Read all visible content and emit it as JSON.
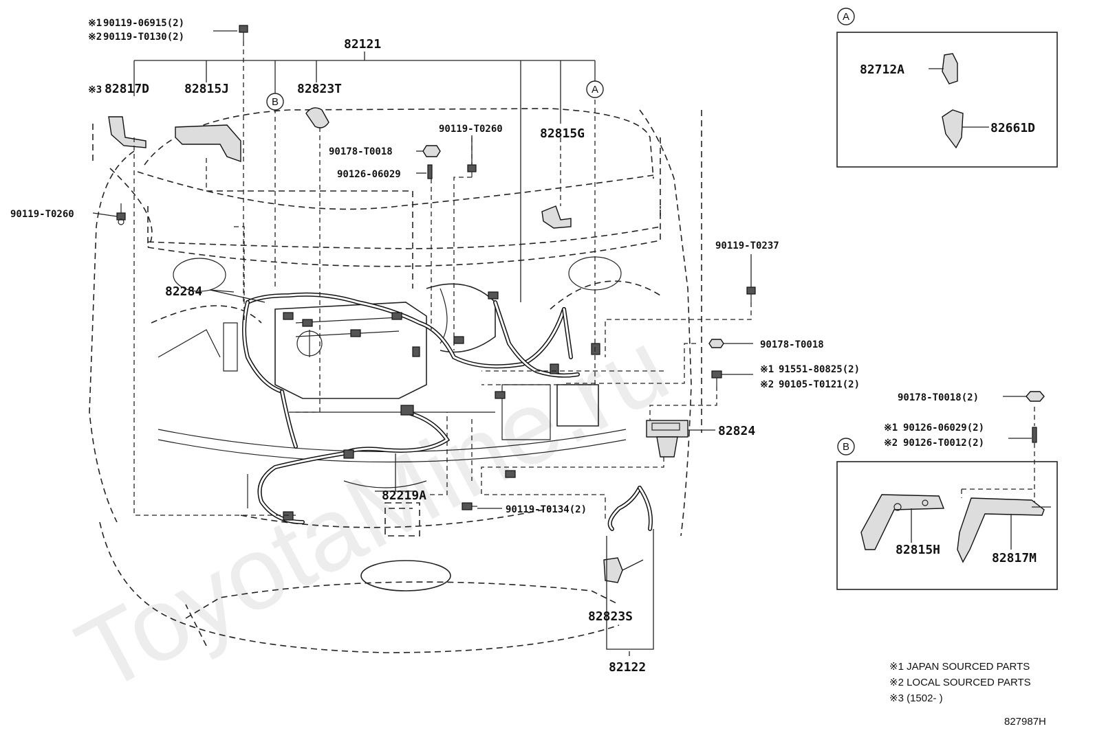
{
  "diagram": {
    "watermark": "ToyotaMine.ru",
    "drawing_number": "827987H",
    "callouts": {
      "p82121": "82121",
      "p82122": "82122",
      "p82817D": "82817D",
      "p82815J": "82815J",
      "p82823T": "82823T",
      "p82815G": "82815G",
      "p82284": "82284",
      "p82219A": "82219A",
      "p82824": "82824",
      "p82823S": "82823S",
      "p82712A": "82712A",
      "p82661D": "82661D",
      "p82815H": "82815H",
      "p82817M": "82817M",
      "b90119_06915": "90119-06915(2)",
      "b90119_T0130": "90119-T0130(2)",
      "b90119_T0260_left": "90119-T0260",
      "b90119_T0260_top": "90119-T0260",
      "b90178_T0018_top": "90178-T0018",
      "b90126_06029_top": "90126-06029",
      "b90119_T0237": "90119-T0237",
      "b90178_T0018_right": "90178-T0018",
      "b91551_80825": "91551-80825(2)",
      "b90105_T0121": "90105-T0121(2)",
      "b90119_T0134": "90119-T0134(2)",
      "b90178_T0018_2": "90178-T0018(2)",
      "b90126_06029_2": "90126-06029(2)",
      "b90126_T0012": "90126-T0012(2)"
    },
    "markers": {
      "note1": "※1",
      "note2": "※2",
      "note3": "※3",
      "detail_a": "A",
      "detail_b": "B"
    },
    "legend": {
      "line1": "※1 JAPAN SOURCED PARTS",
      "line2": "※2 LOCAL SOURCED PARTS",
      "line3": "※3 (1502-      )"
    }
  }
}
